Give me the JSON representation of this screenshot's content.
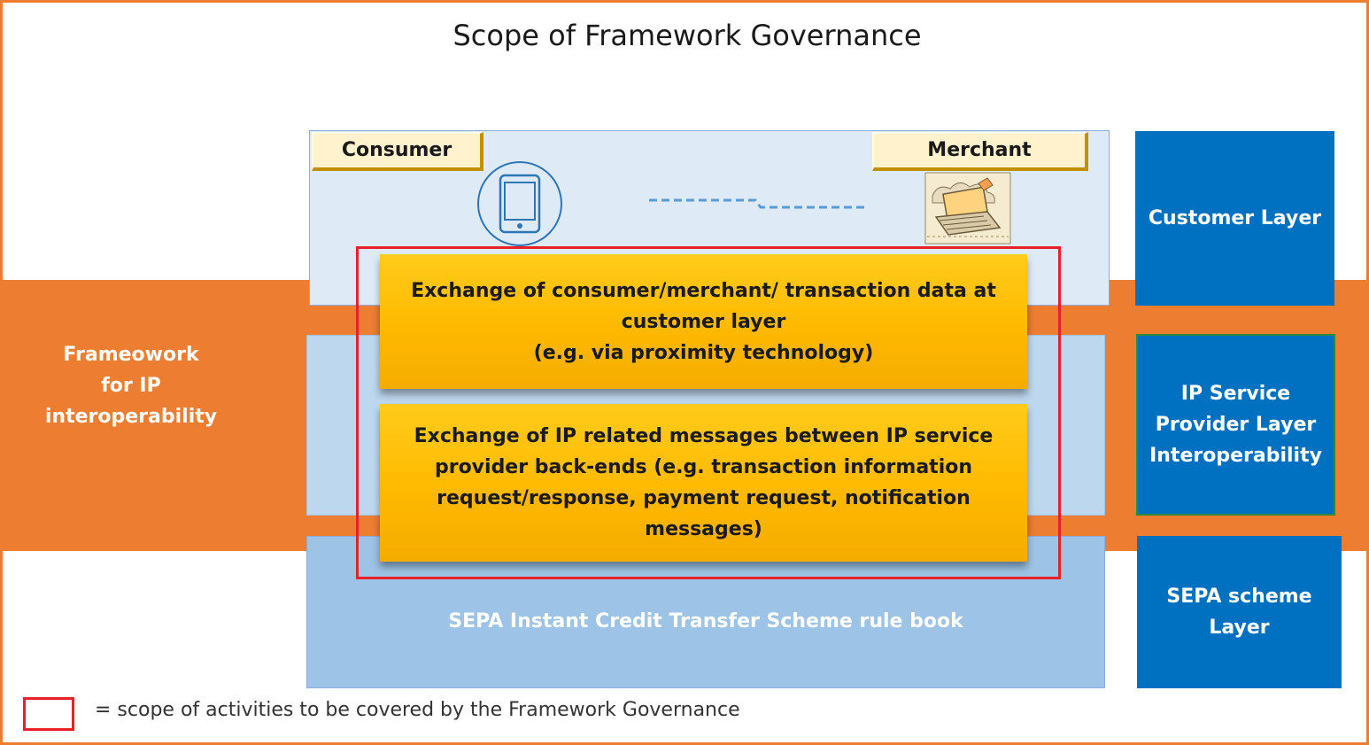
{
  "title": "Scope of Framework Governance",
  "band_label": "Frameowork\nfor IP\ninteroperability",
  "tags": {
    "consumer": "Consumer",
    "merchant": "Merchant"
  },
  "exchange_boxes": [
    "Exchange of consumer/merchant/ transaction data at\ncustomer layer\n(e.g. via proximity technology)",
    "Exchange of IP related messages between IP service\nprovider back-ends (e.g. transaction information\nrequest/response, payment request, notification\nmessages)"
  ],
  "sepa_rulebook": "SEPA Instant Credit Transfer Scheme rule book",
  "layers": [
    "Customer Layer",
    "IP Service\nProvider Layer\nInteroperability",
    "SEPA scheme\nLayer"
  ],
  "legend": "= scope of activities to be covered by the Framework Governance",
  "icons": {
    "consumer": "mobile-phone-icon",
    "merchant": "shop-checkout-illustration"
  },
  "colors": {
    "band": "#ED7D31",
    "layer_box": "#0070C0",
    "exchange_box": "#FFC000",
    "scope_outline": "#E8202A",
    "tag_fill": "#FFF2CC"
  }
}
